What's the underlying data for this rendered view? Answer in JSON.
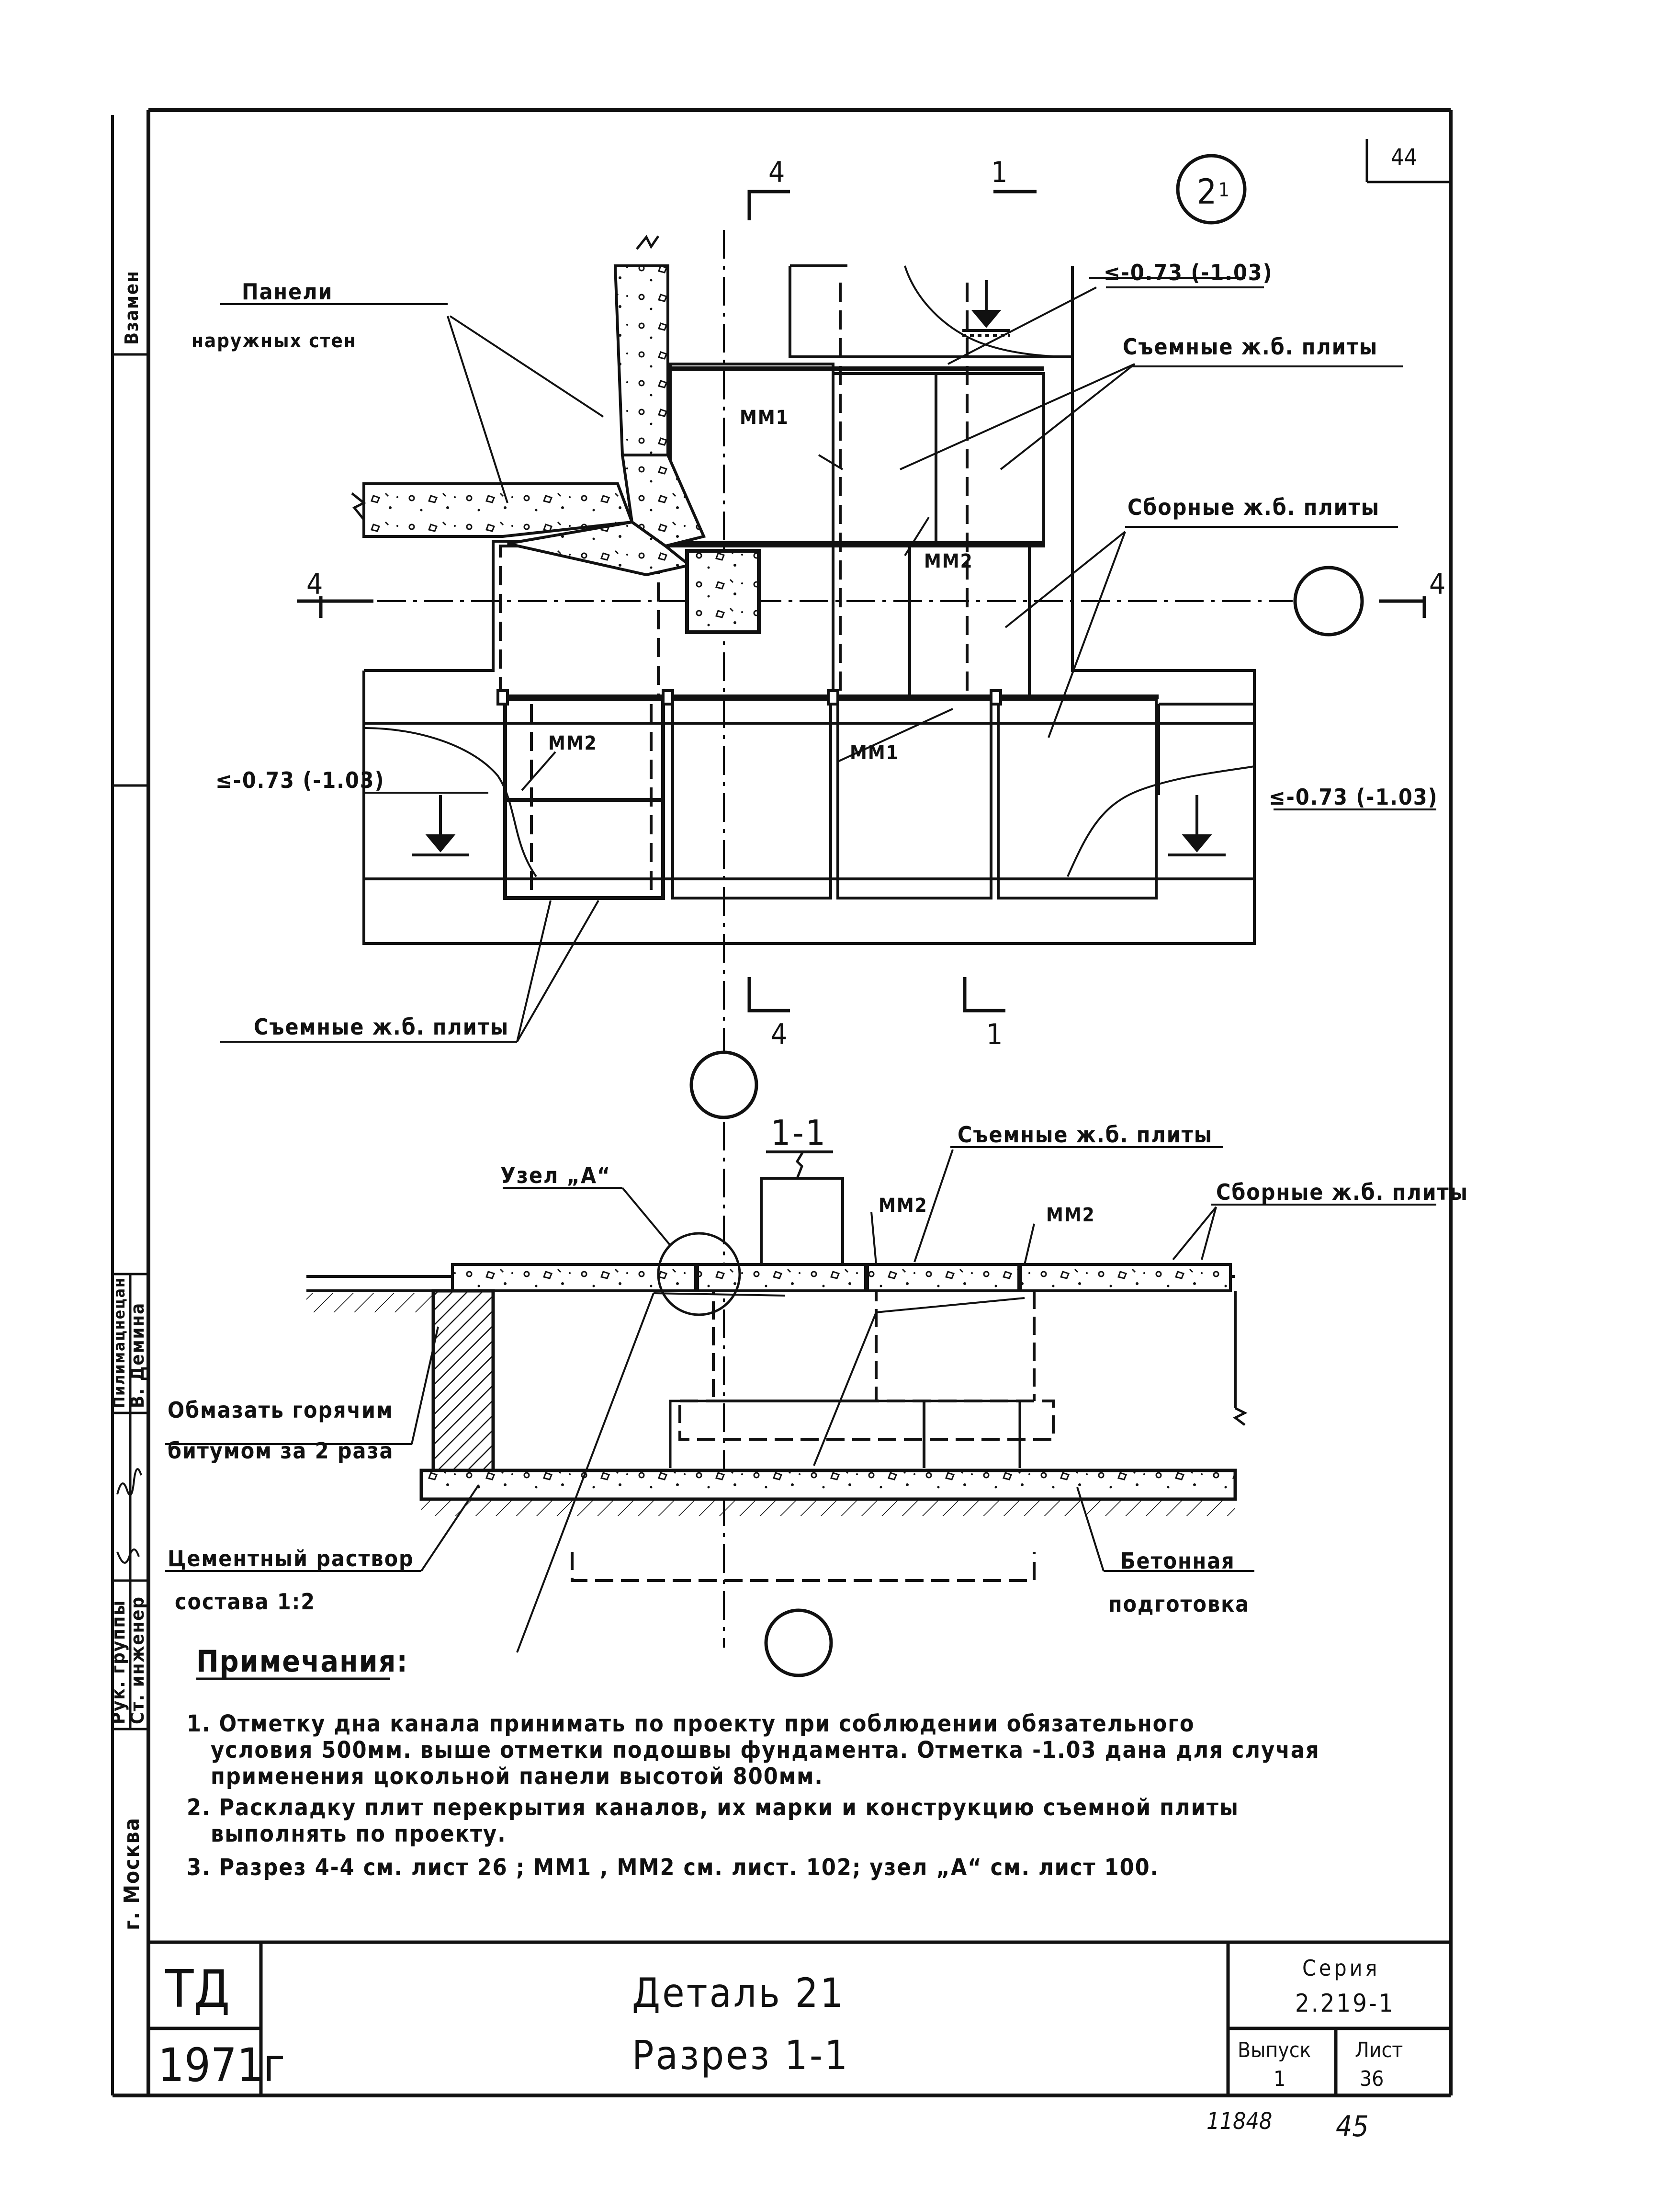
{
  "sheet_numbers": {
    "top_right": "44",
    "bottom_code": "11848",
    "bottom_page": "45"
  },
  "detail_marker": {
    "number": "2",
    "sub": "1"
  },
  "section_marks": {
    "four": "4",
    "one": "1",
    "cut_title": "1-1"
  },
  "plan": {
    "label_panels_line1": "Панели",
    "label_panels_line2": "наружных стен",
    "elevation_top": "≤-0.73 (-1.03)",
    "elevation_left": "≤-0.73 (-1.03)",
    "elevation_right": "≤-0.73 (-1.03)",
    "removable_top": "Съемные ж.б. плиты",
    "prefab": "Сборные ж.б. плиты",
    "removable_bottom": "Съемные ж.б. плиты",
    "mm1_a": "ММ1",
    "mm2_a": "ММ2",
    "mm2_b": "ММ2",
    "mm1_b": "ММ1"
  },
  "section": {
    "node_a": "Узел „А“",
    "removable": "Съемные ж.б. плиты",
    "prefab": "Сборные ж.б. плиты",
    "mm2_a": "ММ2",
    "mm2_b": "ММ2",
    "bitumen_line1": "Обмазать горячим",
    "bitumen_line2": "битумом за 2 раза",
    "mortar_line1": "Цементный раствор",
    "mortar_line2": "состава 1:2",
    "concrete_line1": "Бетонная",
    "concrete_line2": "подготовка"
  },
  "notes": {
    "heading": "Примечания:",
    "lines": [
      "1. Отметку дна канала принимать по проекту при соблюдении обязательного",
      "условия 500мм. выше отметки подошвы фундамента. Отметка -1.03 дана для случая",
      "применения цокольной панели высотой 800мм.",
      "2. Раскладку плит перекрытия каналов, их марки и конструкцию съемной плиты",
      "выполнять по проекту.",
      "3. Разрез 4-4 см. лист 26 ; ММ1 , ММ2 см. лист. 102; узел „А“ см. лист 100."
    ]
  },
  "side_stamp": {
    "replace": "Взамен",
    "city": "г. Москва",
    "role1": "Рук. группы",
    "role2": "Ст. инженер",
    "role3": "Пилимацнецан",
    "name": "В. Демина"
  },
  "title_block": {
    "org": "ТД",
    "year": "1971г",
    "title": "Деталь 21",
    "subtitle": "Разрез 1-1",
    "series_label": "Серия",
    "series_value": "2.219-1",
    "issue_label": "Выпуск",
    "issue_value": "1",
    "sheet_label": "Лист",
    "sheet_value": "36"
  }
}
